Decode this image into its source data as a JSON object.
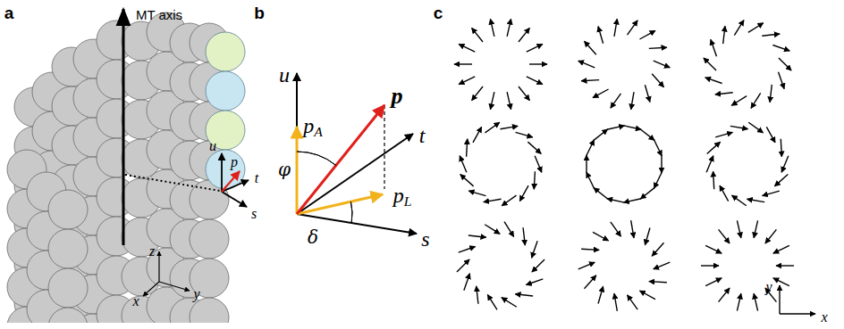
{
  "diagram": {
    "labels": [
      "a",
      "MT axis",
      "u",
      "p",
      "t",
      "s",
      "z",
      "x",
      "y",
      "b",
      "u",
      "pA",
      "φ",
      "p",
      "t",
      "s",
      "pL",
      "δ",
      "c",
      "y",
      "x"
    ]
  }
}
